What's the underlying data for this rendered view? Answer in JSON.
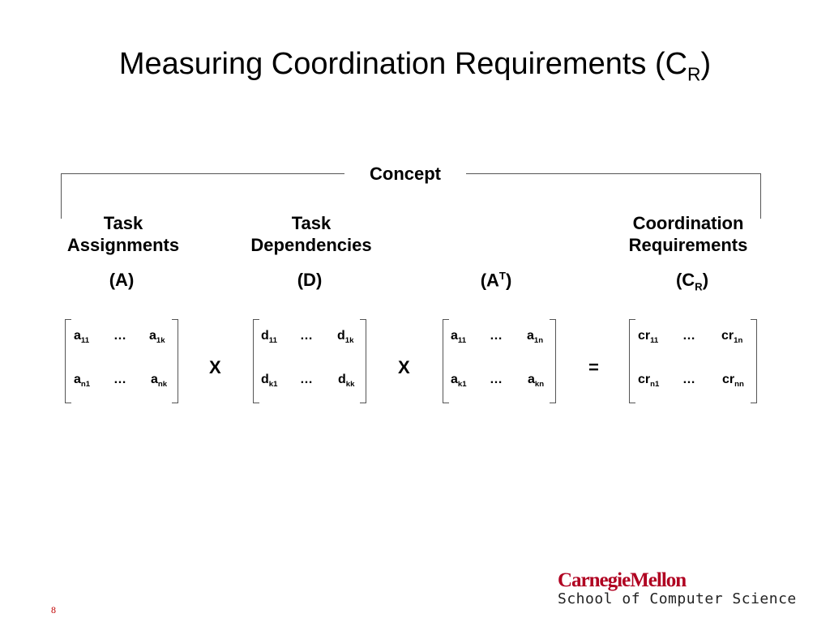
{
  "slide": {
    "title_main": "Measuring Coordination Requirements (C",
    "title_sub": "R",
    "title_end": ")",
    "concept_label": "Concept",
    "page_number": "8"
  },
  "columns": [
    {
      "head1": "Task",
      "head2": "Assignments",
      "label_main": "(A",
      "label_script": "",
      "label_end": ")"
    },
    {
      "head1": "Task",
      "head2": "Dependencies",
      "label_main": "(D",
      "label_script": "",
      "label_end": ")"
    },
    {
      "head1": "",
      "head2": "",
      "label_main": "(A",
      "label_script": "T",
      "label_end": ")"
    },
    {
      "head1": "Coordination",
      "head2": "Requirements",
      "label_main": "(C",
      "label_script": "R",
      "label_end": ")"
    }
  ],
  "matrices": [
    {
      "tl_b": "a",
      "tl_s": "11",
      "tr_b": "a",
      "tr_s": "1k",
      "bl_b": "a",
      "bl_s": "n1",
      "br_b": "a",
      "br_s": "nk",
      "dots": "…"
    },
    {
      "tl_b": "d",
      "tl_s": "11",
      "tr_b": "d",
      "tr_s": "1k",
      "bl_b": "d",
      "bl_s": "k1",
      "br_b": "d",
      "br_s": "kk",
      "dots": "…"
    },
    {
      "tl_b": "a",
      "tl_s": "11",
      "tr_b": "a",
      "tr_s": "1n",
      "bl_b": "a",
      "bl_s": "k1",
      "br_b": "a",
      "br_s": "kn",
      "dots": "…"
    },
    {
      "tl_b": "cr",
      "tl_s": "11",
      "tr_b": "cr",
      "tr_s": "1n",
      "bl_b": "cr",
      "bl_s": "n1",
      "br_b": "cr",
      "br_s": "nn",
      "dots": "…"
    }
  ],
  "operators": [
    "X",
    "X",
    "="
  ],
  "logo": {
    "line1": "CarnegieMellon",
    "line2": "School of Computer Science",
    "color": "#b00021"
  }
}
